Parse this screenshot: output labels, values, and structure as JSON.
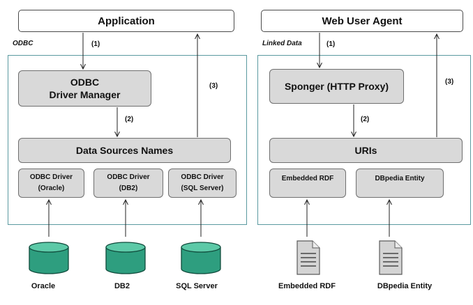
{
  "left": {
    "top_box": "Application",
    "panel_label": "ODBC",
    "manager": [
      "ODBC",
      "Driver Manager"
    ],
    "dsn": "Data Sources Names",
    "drivers": [
      [
        "ODBC Driver",
        "(Oracle)"
      ],
      [
        "ODBC Driver",
        "(DB2)"
      ],
      [
        "ODBC Driver",
        "(SQL Server)"
      ]
    ],
    "sources": [
      "Oracle",
      "DB2",
      "SQL Server"
    ],
    "steps": [
      "(1)",
      "(2)",
      "(3)"
    ]
  },
  "right": {
    "top_box": "Web User Agent",
    "panel_label": "Linked Data",
    "proxy": "Sponger (HTTP  Proxy)",
    "uris": "URIs",
    "items": [
      "Embedded RDF",
      "DBpedia Entity"
    ],
    "sources": [
      "Embedded RDF",
      "DBpedia Entity"
    ],
    "steps": [
      "(1)",
      "(2)",
      "(3)"
    ]
  },
  "colors": {
    "panel_border": "#5b9aa0",
    "box_grey": "#d9d9d9",
    "database": "#2e9e7f",
    "document": "#cfcfcf"
  },
  "icons": {
    "database": "cylinder-database-icon",
    "document": "document-text-icon"
  }
}
